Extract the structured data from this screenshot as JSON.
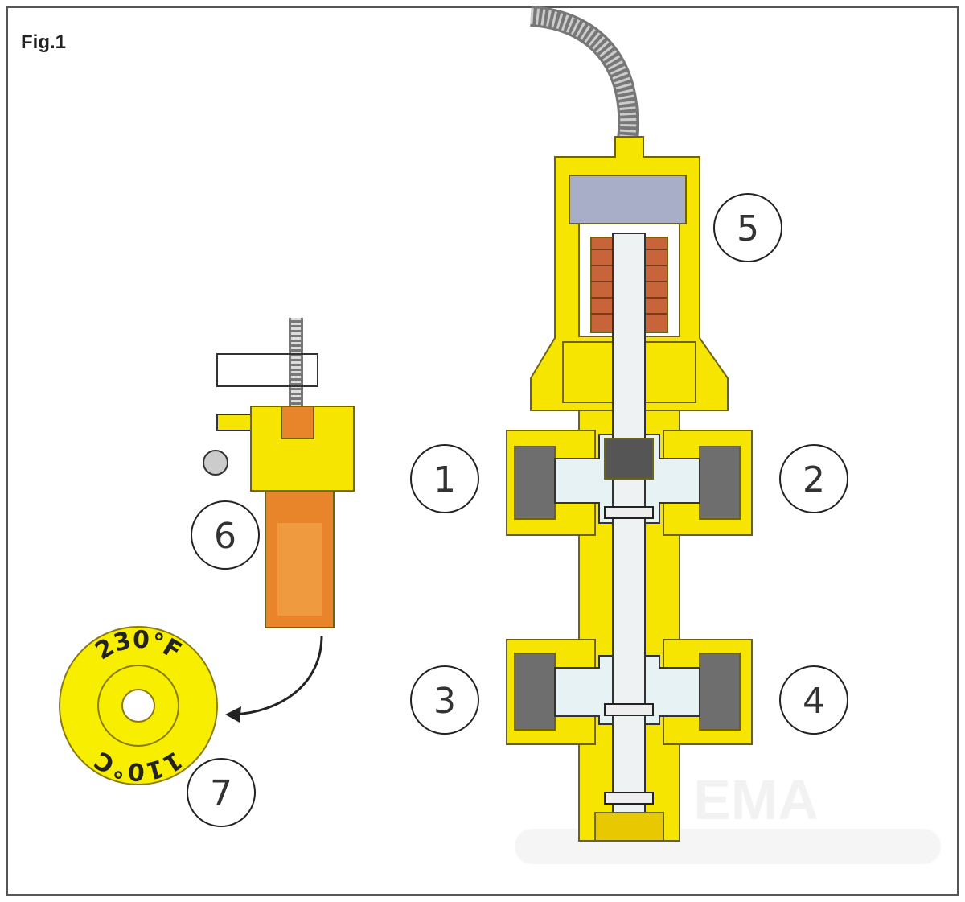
{
  "figure": {
    "title": "Fig.1",
    "callouts": [
      "1",
      "2",
      "3",
      "4",
      "5",
      "6",
      "7"
    ],
    "disc_labels": {
      "top": "230°F",
      "bottom": "110°C"
    },
    "watermark": "EMA",
    "colors": {
      "brass": "#f5e500",
      "outline": "#8a7a10",
      "orange": "#e8842a",
      "coil": "#c8643a",
      "port_gray": "#6e6e6e",
      "chamber": "#a8aec8"
    }
  }
}
